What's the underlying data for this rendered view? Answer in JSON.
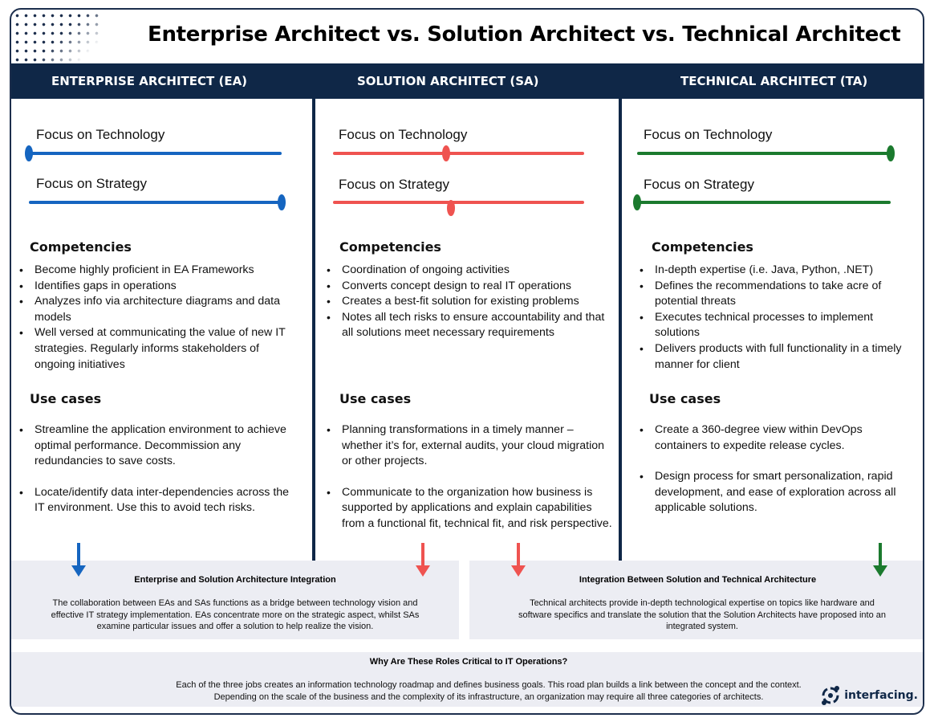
{
  "title": "Enterprise Architect vs.  Solution Architect vs. Technical Architect",
  "accent": {
    "navy": "#0f2747",
    "blue": "#1565c0",
    "red": "#ef5350",
    "green": "#1b7a2e"
  },
  "columns": [
    {
      "header": "ENTERPRISE ARCHITECT (EA)",
      "color": "#1565c0",
      "sliders": [
        {
          "label": "Focus on Technology",
          "level": 0.0
        },
        {
          "label": "Focus on Strategy",
          "level": 1.0
        }
      ],
      "competencies_title": "Competencies",
      "competencies": [
        "Become highly proficient in EA Frameworks",
        "Identifies gaps in operations",
        "Analyzes info via architecture diagrams and data models",
        "Well versed at communicating the value of new IT strategies. Regularly informs stakeholders of ongoing initiatives"
      ],
      "usecases_title": "Use cases",
      "usecases": [
        "Streamline the application environment to achieve optimal performance. Decommission any redundancies to save costs.",
        "Locate/identify data inter-dependencies across the IT environment. Use this to avoid tech risks."
      ]
    },
    {
      "header": "SOLUTION ARCHITECT (SA)",
      "color": "#ef5350",
      "sliders": [
        {
          "label": "Focus on Technology",
          "level": 0.45
        },
        {
          "label": "Focus on Strategy",
          "level": 0.47
        }
      ],
      "competencies_title": "Competencies",
      "competencies": [
        "Coordination of ongoing activities",
        "Converts concept design to real IT operations",
        "Creates a best-fit solution for existing problems",
        "Notes all tech risks to ensure accountability and that all solutions meet necessary requirements"
      ],
      "usecases_title": "Use cases",
      "usecases": [
        "Planning transformations in a timely manner – whether it’s for, external audits, your cloud migration or other projects.",
        "Communicate to the organization how business is supported by  applications and explain capabilities from a  functional fit, technical fit, and risk perspective."
      ]
    },
    {
      "header": "TECHNICAL ARCHITECT (TA)",
      "color": "#1b7a2e",
      "sliders": [
        {
          "label": "Focus on Technology",
          "level": 1.0
        },
        {
          "label": "Focus on Strategy",
          "level": 0.0
        }
      ],
      "competencies_title": "Competencies",
      "competencies": [
        "In-depth expertise (i.e. Java, Python, .NET)",
        "Defines the recommendations to take acre of potential threats",
        "Executes technical processes to implement solutions",
        "Delivers products with full functionality in a timely manner for client"
      ],
      "usecases_title": "Use cases",
      "usecases": [
        "Create a 360-degree view within DevOps containers to expedite release cycles.",
        "Design process for smart personalization, rapid development, and ease of exploration across all applicable solutions."
      ]
    }
  ],
  "panels": [
    {
      "title": "Enterprise and Solution Architecture Integration",
      "body": "The collaboration between EAs and SAs functions as a bridge between technology vision and effective IT strategy implementation. EAs concentrate more on the strategic aspect, whilst SAs examine particular issues and offer a solution to help realize the vision."
    },
    {
      "title": "Integration Between Solution and Technical Architecture",
      "body": "Technical architects provide in-depth technological expertise on topics like hardware and software specifics and translate the solution that the Solution Architects have proposed into an integrated system."
    }
  ],
  "footer": {
    "title": "Why Are These Roles Critical to IT Operations?",
    "body": "Each of the three jobs creates an information technology roadmap and defines business goals. This road plan builds a link between the concept and the context. Depending on the scale of the business and the complexity of its infrastructure, an organization may require all three categories of architects."
  },
  "logo": {
    "text": "interfacing.",
    "icon": "interfacing-logo-icon"
  }
}
